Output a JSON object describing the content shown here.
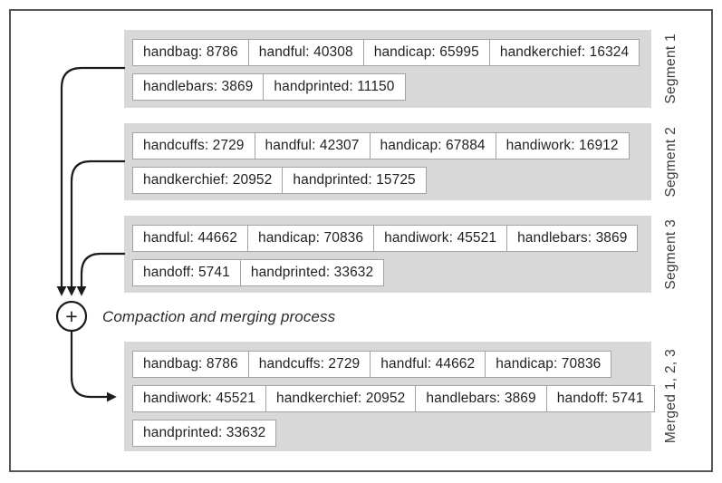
{
  "figure": {
    "caption": "Compaction and merging process",
    "merge_symbol": "+",
    "segments": [
      {
        "label": "Segment 1",
        "rows": [
          [
            "handbag: 8786",
            "handful: 40308",
            "handicap: 65995",
            "handkerchief: 16324"
          ],
          [
            "handlebars: 3869",
            "handprinted: 11150"
          ]
        ]
      },
      {
        "label": "Segment 2",
        "rows": [
          [
            "handcuffs: 2729",
            "handful: 42307",
            "handicap: 67884",
            "handiwork: 16912"
          ],
          [
            "handkerchief: 20952",
            "handprinted: 15725"
          ]
        ]
      },
      {
        "label": "Segment 3",
        "rows": [
          [
            "handful: 44662",
            "handicap: 70836",
            "handiwork: 45521",
            "handlebars: 3869"
          ],
          [
            "handoff: 5741",
            "handprinted: 33632"
          ]
        ]
      },
      {
        "label": "Merged 1, 2, 3",
        "rows": [
          [
            "handbag: 8786",
            "handcuffs: 2729",
            "handful: 44662",
            "handicap: 70836"
          ],
          [
            "handiwork: 45521",
            "handkerchief: 20952",
            "handlebars: 3869",
            "handoff: 5741"
          ],
          [
            "handprinted: 33632"
          ]
        ]
      }
    ],
    "colors": {
      "segment_bg": "#d8d8d8",
      "cell_bg": "#ffffff",
      "cell_border": "#a3a3a3",
      "cell_text": "#231f20",
      "label_text": "#3c3c3c",
      "line": "#1c1c1c",
      "frame_border": "#54565a"
    }
  }
}
